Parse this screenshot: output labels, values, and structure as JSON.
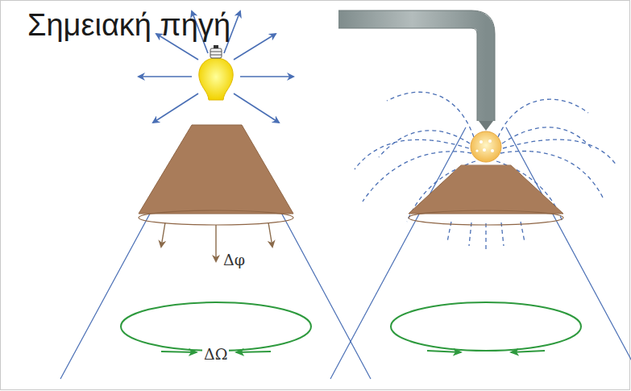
{
  "diagram": {
    "title": "Σημειακή πηγή",
    "labels": [
      "Δφ",
      "ΔΩ"
    ]
  }
}
